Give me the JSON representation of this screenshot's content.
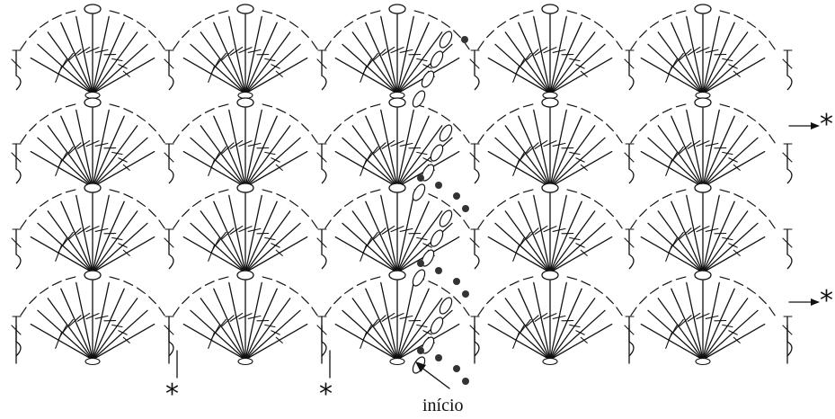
{
  "labels": {
    "start": "início",
    "repeat_mark": "*"
  },
  "colors": {
    "ink": "#111111",
    "dot": "#333333"
  },
  "grid": {
    "rows": 4,
    "columns": 5
  }
}
